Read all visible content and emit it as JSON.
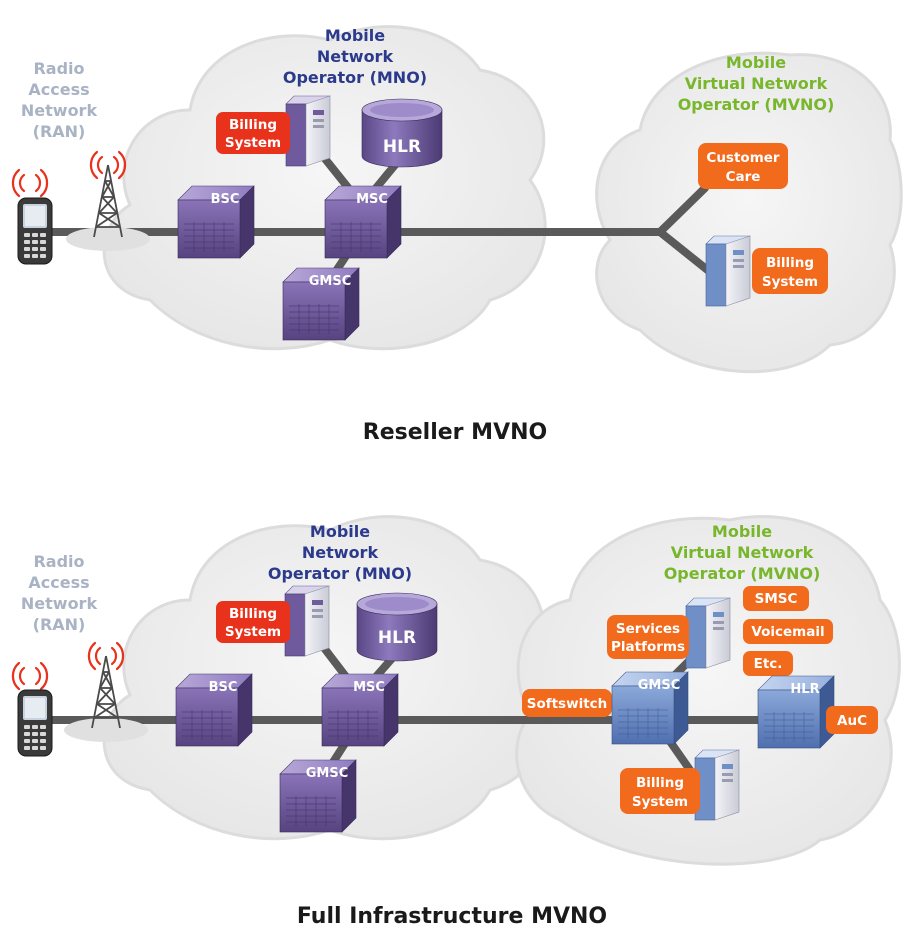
{
  "colors": {
    "mno_title": "#2c3a8c",
    "mvno_title": "#78b62c",
    "ran_title": "#a9b3c4",
    "red_box": "#e8321c",
    "orange_box": "#f26a1c",
    "purple_device": "#6f5a9e",
    "blue_device": "#6f8fc6",
    "cloud_fill": "#efefef",
    "link": "#5a5a5a"
  },
  "reseller": {
    "caption": "Reseller MVNO",
    "ran": [
      "Radio",
      "Access",
      "Network",
      "(RAN)"
    ],
    "mno_title": [
      "Mobile",
      "Network",
      "Operator (MNO)"
    ],
    "mvno_title": [
      "Mobile",
      "Virtual Network",
      "Operator (MVNO)"
    ],
    "mno": {
      "billing": [
        "Billing",
        "System"
      ],
      "hlr": "HLR",
      "bsc": "BSC",
      "msc": "MSC",
      "gmsc": "GMSC"
    },
    "mvno": {
      "customer_care": [
        "Customer",
        "Care"
      ],
      "billing": [
        "Billing",
        "System"
      ]
    }
  },
  "full": {
    "caption": "Full Infrastructure MVNO",
    "ran": [
      "Radio",
      "Access",
      "Network",
      "(RAN)"
    ],
    "mno_title": [
      "Mobile",
      "Network",
      "Operator (MNO)"
    ],
    "mvno_title": [
      "Mobile",
      "Virtual Network",
      "Operator (MVNO)"
    ],
    "mno": {
      "billing": [
        "Billing",
        "System"
      ],
      "hlr": "HLR",
      "bsc": "BSC",
      "msc": "MSC",
      "gmsc": "GMSC"
    },
    "mvno": {
      "services": [
        "Services",
        "Platforms"
      ],
      "smsc": "SMSC",
      "voicemail": "Voicemail",
      "etc": "Etc.",
      "softswitch": "Softswitch",
      "gmsc": "GMSC",
      "hlr": "HLR",
      "auc": "AuC",
      "billing": [
        "Billing",
        "System"
      ]
    }
  }
}
